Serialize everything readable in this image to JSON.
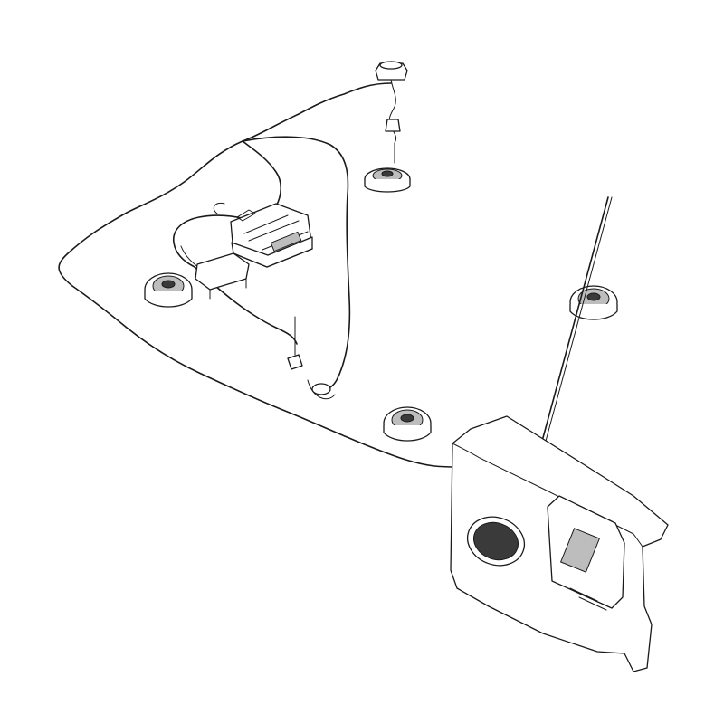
{
  "diagram": {
    "style": "black line-art exploded view",
    "background_color": "#ffffff",
    "line_color": "#1a1a1a",
    "components": [
      "tweeter",
      "front-door-speaker",
      "rear-speaker",
      "dash-speaker",
      "radio-head-unit",
      "amplifier-module",
      "antenna-mast",
      "antenna-base",
      "rear-trim-panel",
      "trim-panel-speaker-grille",
      "wiring-harness",
      "harness-connector"
    ]
  }
}
